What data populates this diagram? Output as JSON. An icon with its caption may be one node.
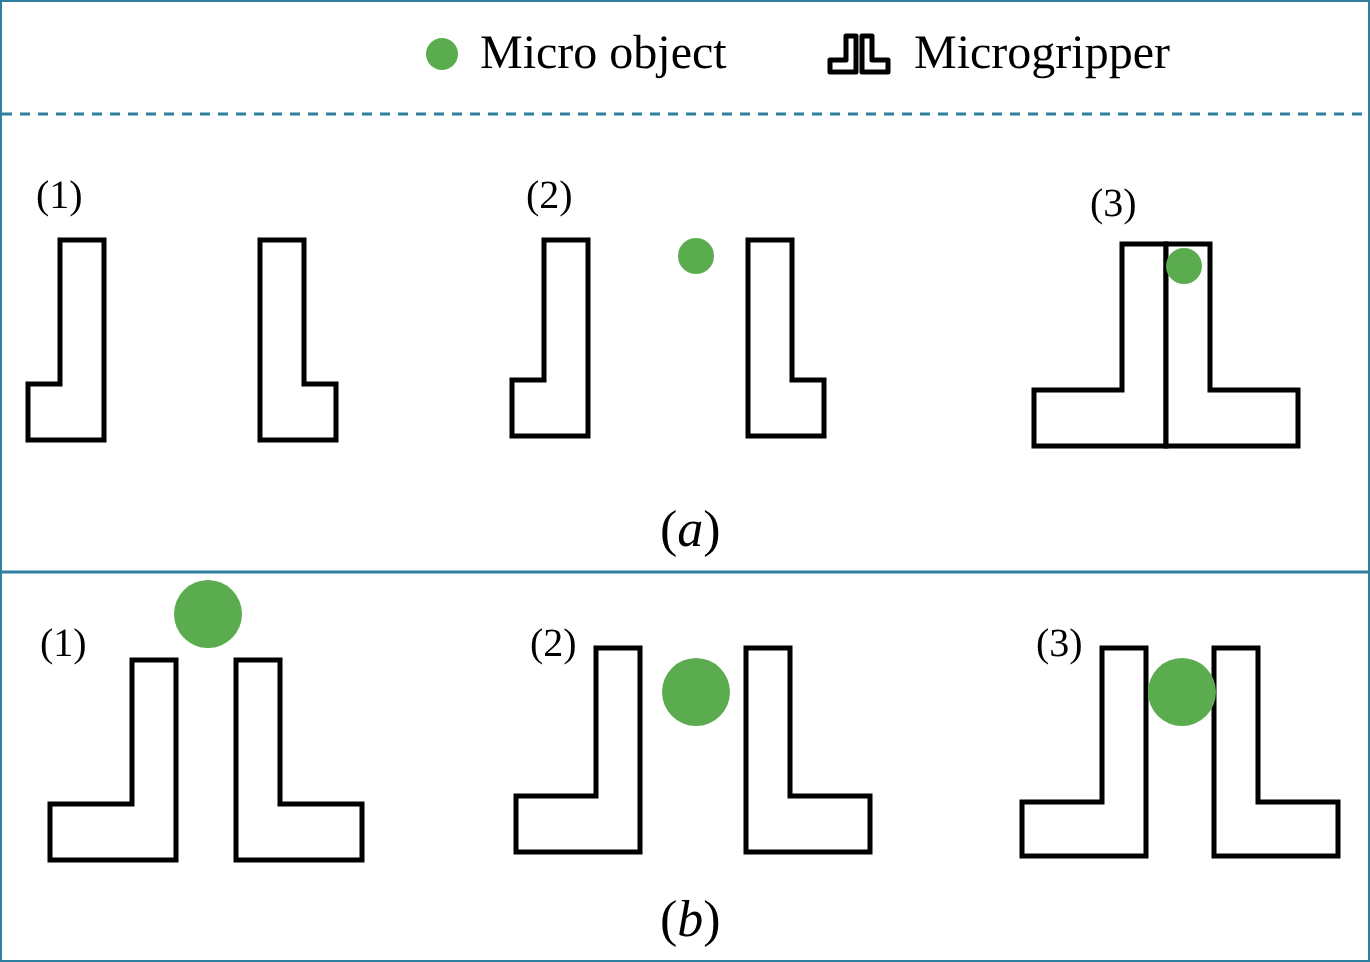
{
  "diagram": {
    "labels": [
      "(1)",
      "(2)",
      "(3)",
      "(*a*)",
      "(1)",
      "(2)",
      "(3)",
      "(*b*)"
    ],
    "legend": [
      {
        "text": "Micro object",
        "color": "#5aac4e"
      },
      {
        "text": "Microgripper"
      }
    ]
  }
}
